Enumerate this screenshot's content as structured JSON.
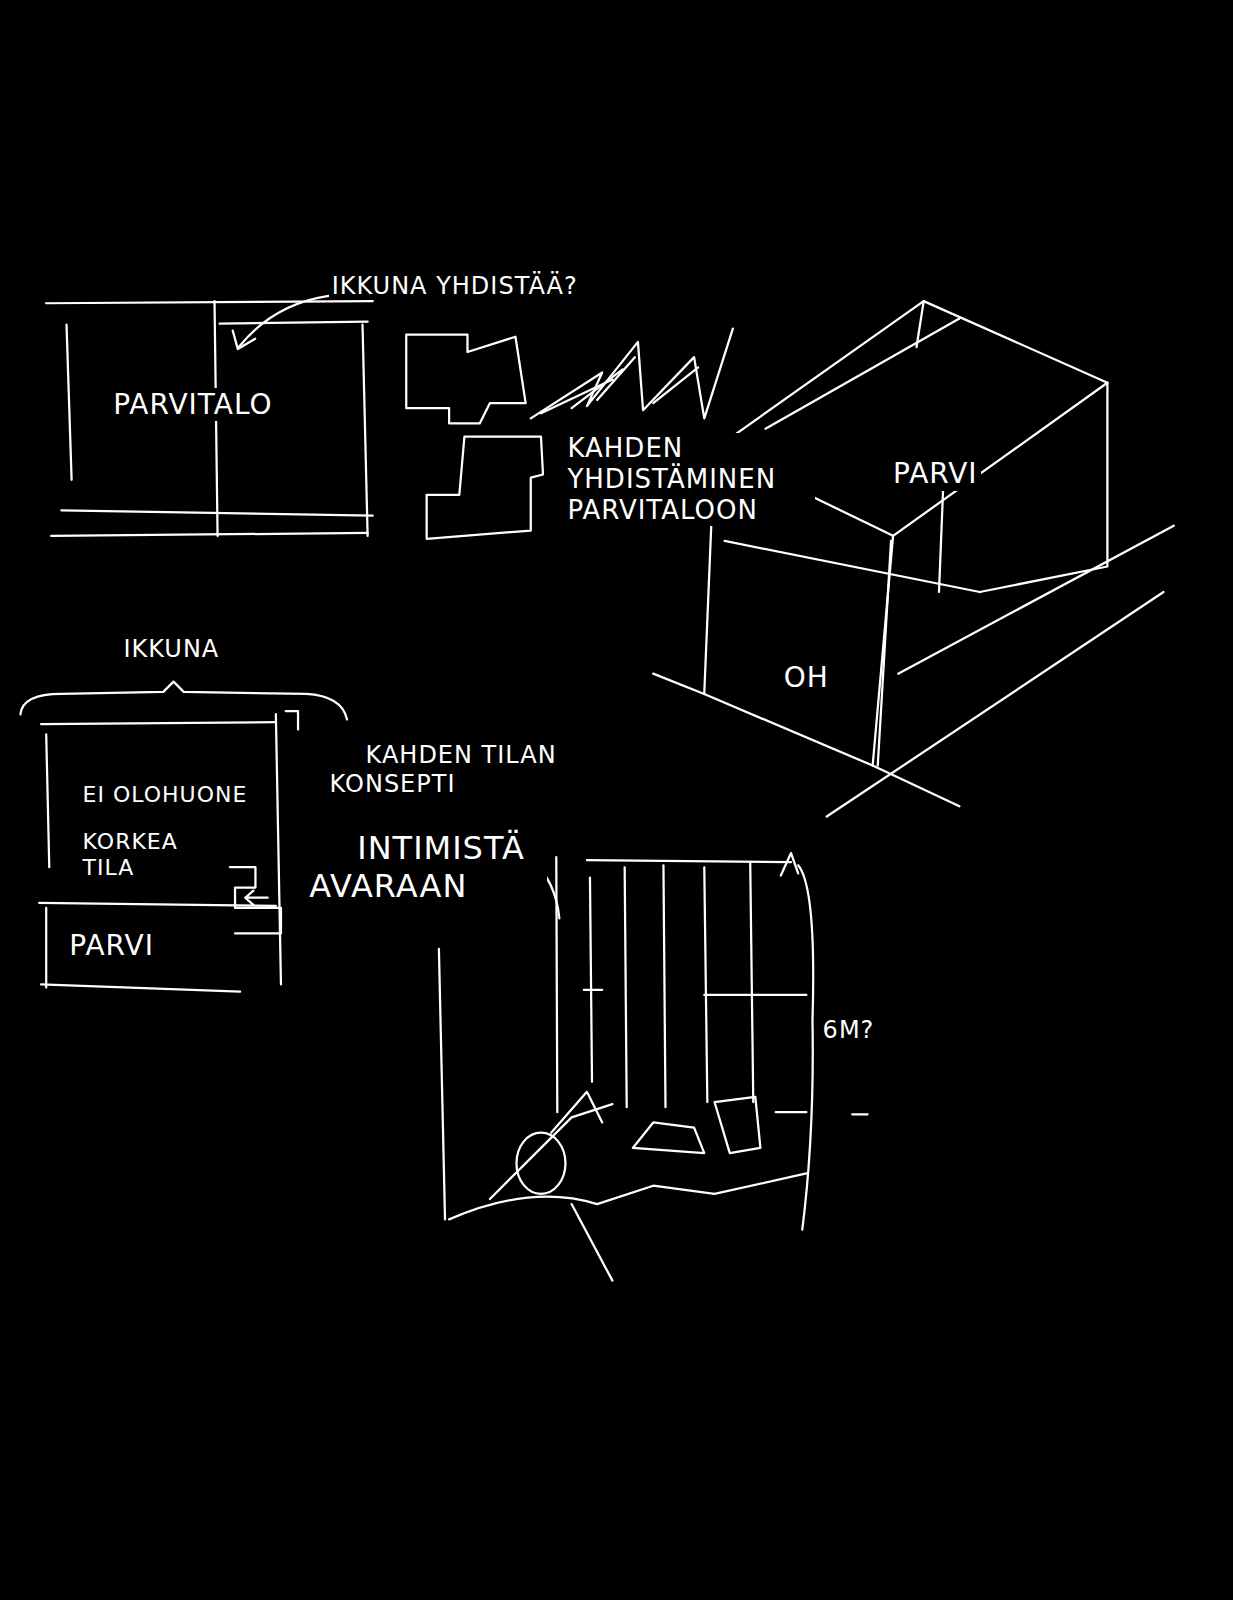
{
  "diagram": {
    "nodes": [
      {
        "text": [
          "PARVITALO"
        ]
      },
      {
        "text": [
          "PARVI",
          "OH"
        ]
      },
      {
        "text": [
          "IKKUNA",
          "EI OLOHUONE",
          "KORKEA TILA"
        ]
      },
      {
        "text": [
          "PARVI"
        ],
        "in": 2
      }
    ],
    "labels": [
      "IKKUNA YHDISTÄÄ?",
      "KAHDEN YHDISTÄMINEN PARVITALOON",
      "KAHDEN TILAN KONSEPTI",
      "INTIMISTÄ AVARAAN",
      "6M?"
    ]
  }
}
